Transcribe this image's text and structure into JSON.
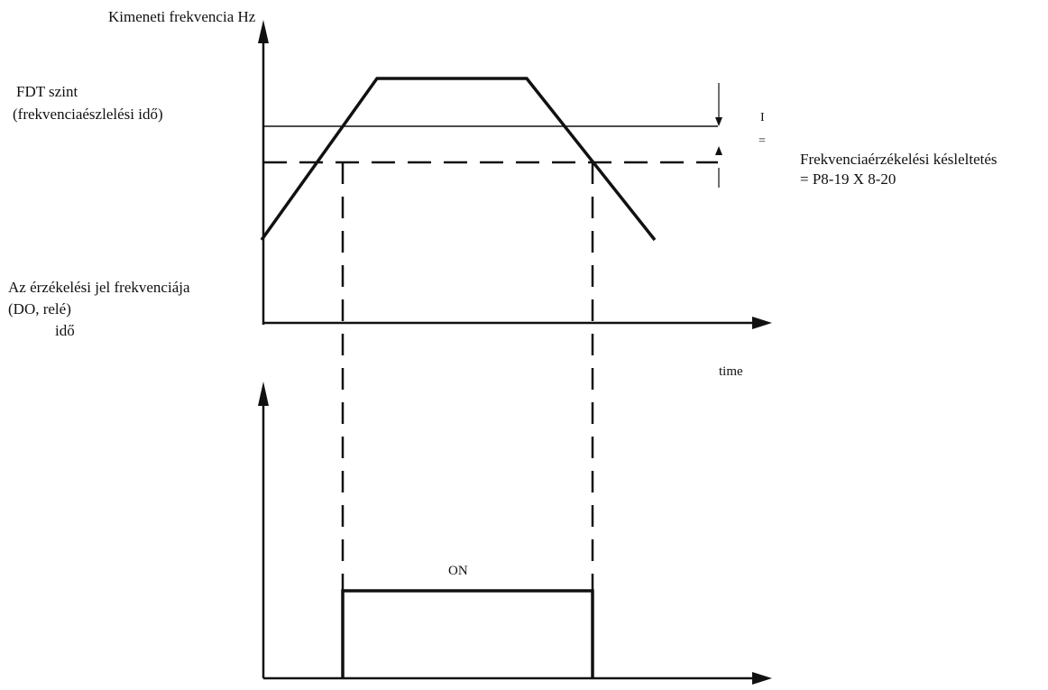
{
  "labels": {
    "y_axis_title": "Kimeneti frekvencia Hz",
    "fdt_level_line1": "FDT szint",
    "fdt_level_line2": "(frekvenciaészlelési idő)",
    "delay_line1": "Frekvenciaérzékelési késleltetés",
    "delay_line2": "= P8-19 X 8-20",
    "delta_mark_top": "I",
    "delta_mark_bottom": "=",
    "signal_line1": "Az érzékelési jel frekvenciája",
    "signal_line2": "(DO, relé)",
    "signal_line3": "idő",
    "time_label": "time",
    "on_label": "ON"
  },
  "colors": {
    "line": "#111111",
    "background": "#ffffff"
  }
}
